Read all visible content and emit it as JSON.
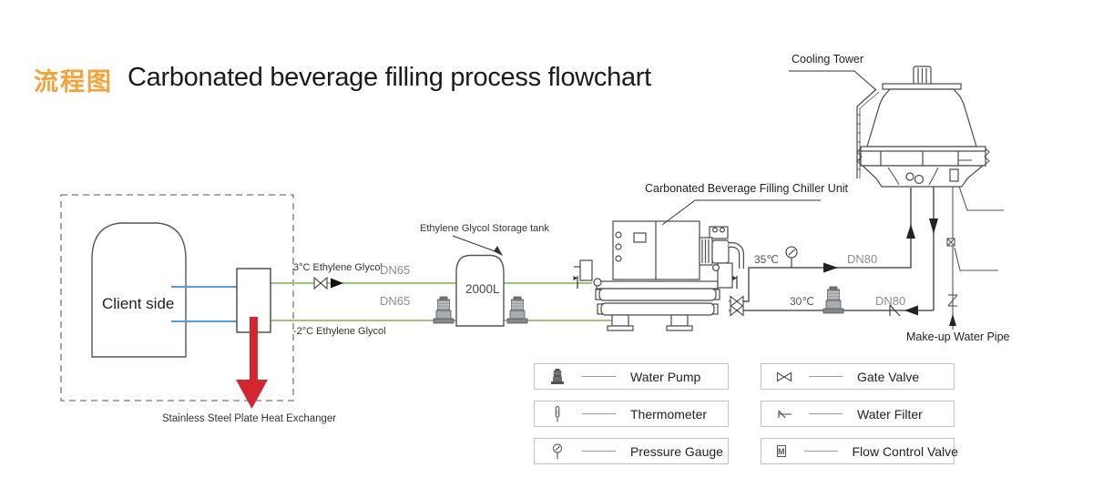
{
  "header": {
    "tag_cn": "流程图",
    "title": "Carbonated beverage filling process flowchart"
  },
  "diagram": {
    "client_side": "Client side",
    "heat_exchanger": "Stainless Steel Plate Heat Exchanger",
    "glycol_supply": "3°C Ethylene Glycol",
    "glycol_return": "-2°C Ethylene Glycol",
    "dn65_supply": "DN65",
    "dn65_return": "DN65",
    "storage_tank": "Ethylene Glycol Storage tank",
    "tank_capacity": "2000L",
    "chiller_unit": "Carbonated Beverage Filling Chiller Unit",
    "cooling_tower": "Cooling Tower",
    "cooling_out_temp": "35℃",
    "cooling_in_temp": "30℃",
    "dn80_out": "DN80",
    "dn80_in": "DN80",
    "makeup_water": "Make-up Water Pipe"
  },
  "legend": {
    "left": [
      {
        "icon": "water-pump",
        "label": "Water Pump"
      },
      {
        "icon": "thermometer",
        "label": "Thermometer"
      },
      {
        "icon": "pressure-gauge",
        "label": "Pressure Gauge"
      }
    ],
    "right": [
      {
        "icon": "gate-valve",
        "label": "Gate Valve"
      },
      {
        "icon": "water-filter",
        "label": "Water Filter"
      },
      {
        "icon": "flow-control-valve",
        "label": "Flow Control Valve",
        "icon_letter": "M"
      }
    ]
  },
  "colors": {
    "accent_orange": "#f2a33c",
    "pipe_glycol_supply": "#9cc57c",
    "pipe_glycol_return": "#b9b588",
    "pipe_client_blue": "#5b9bd5",
    "arrow_red": "#d22730",
    "pipe_gray": "#555555"
  }
}
